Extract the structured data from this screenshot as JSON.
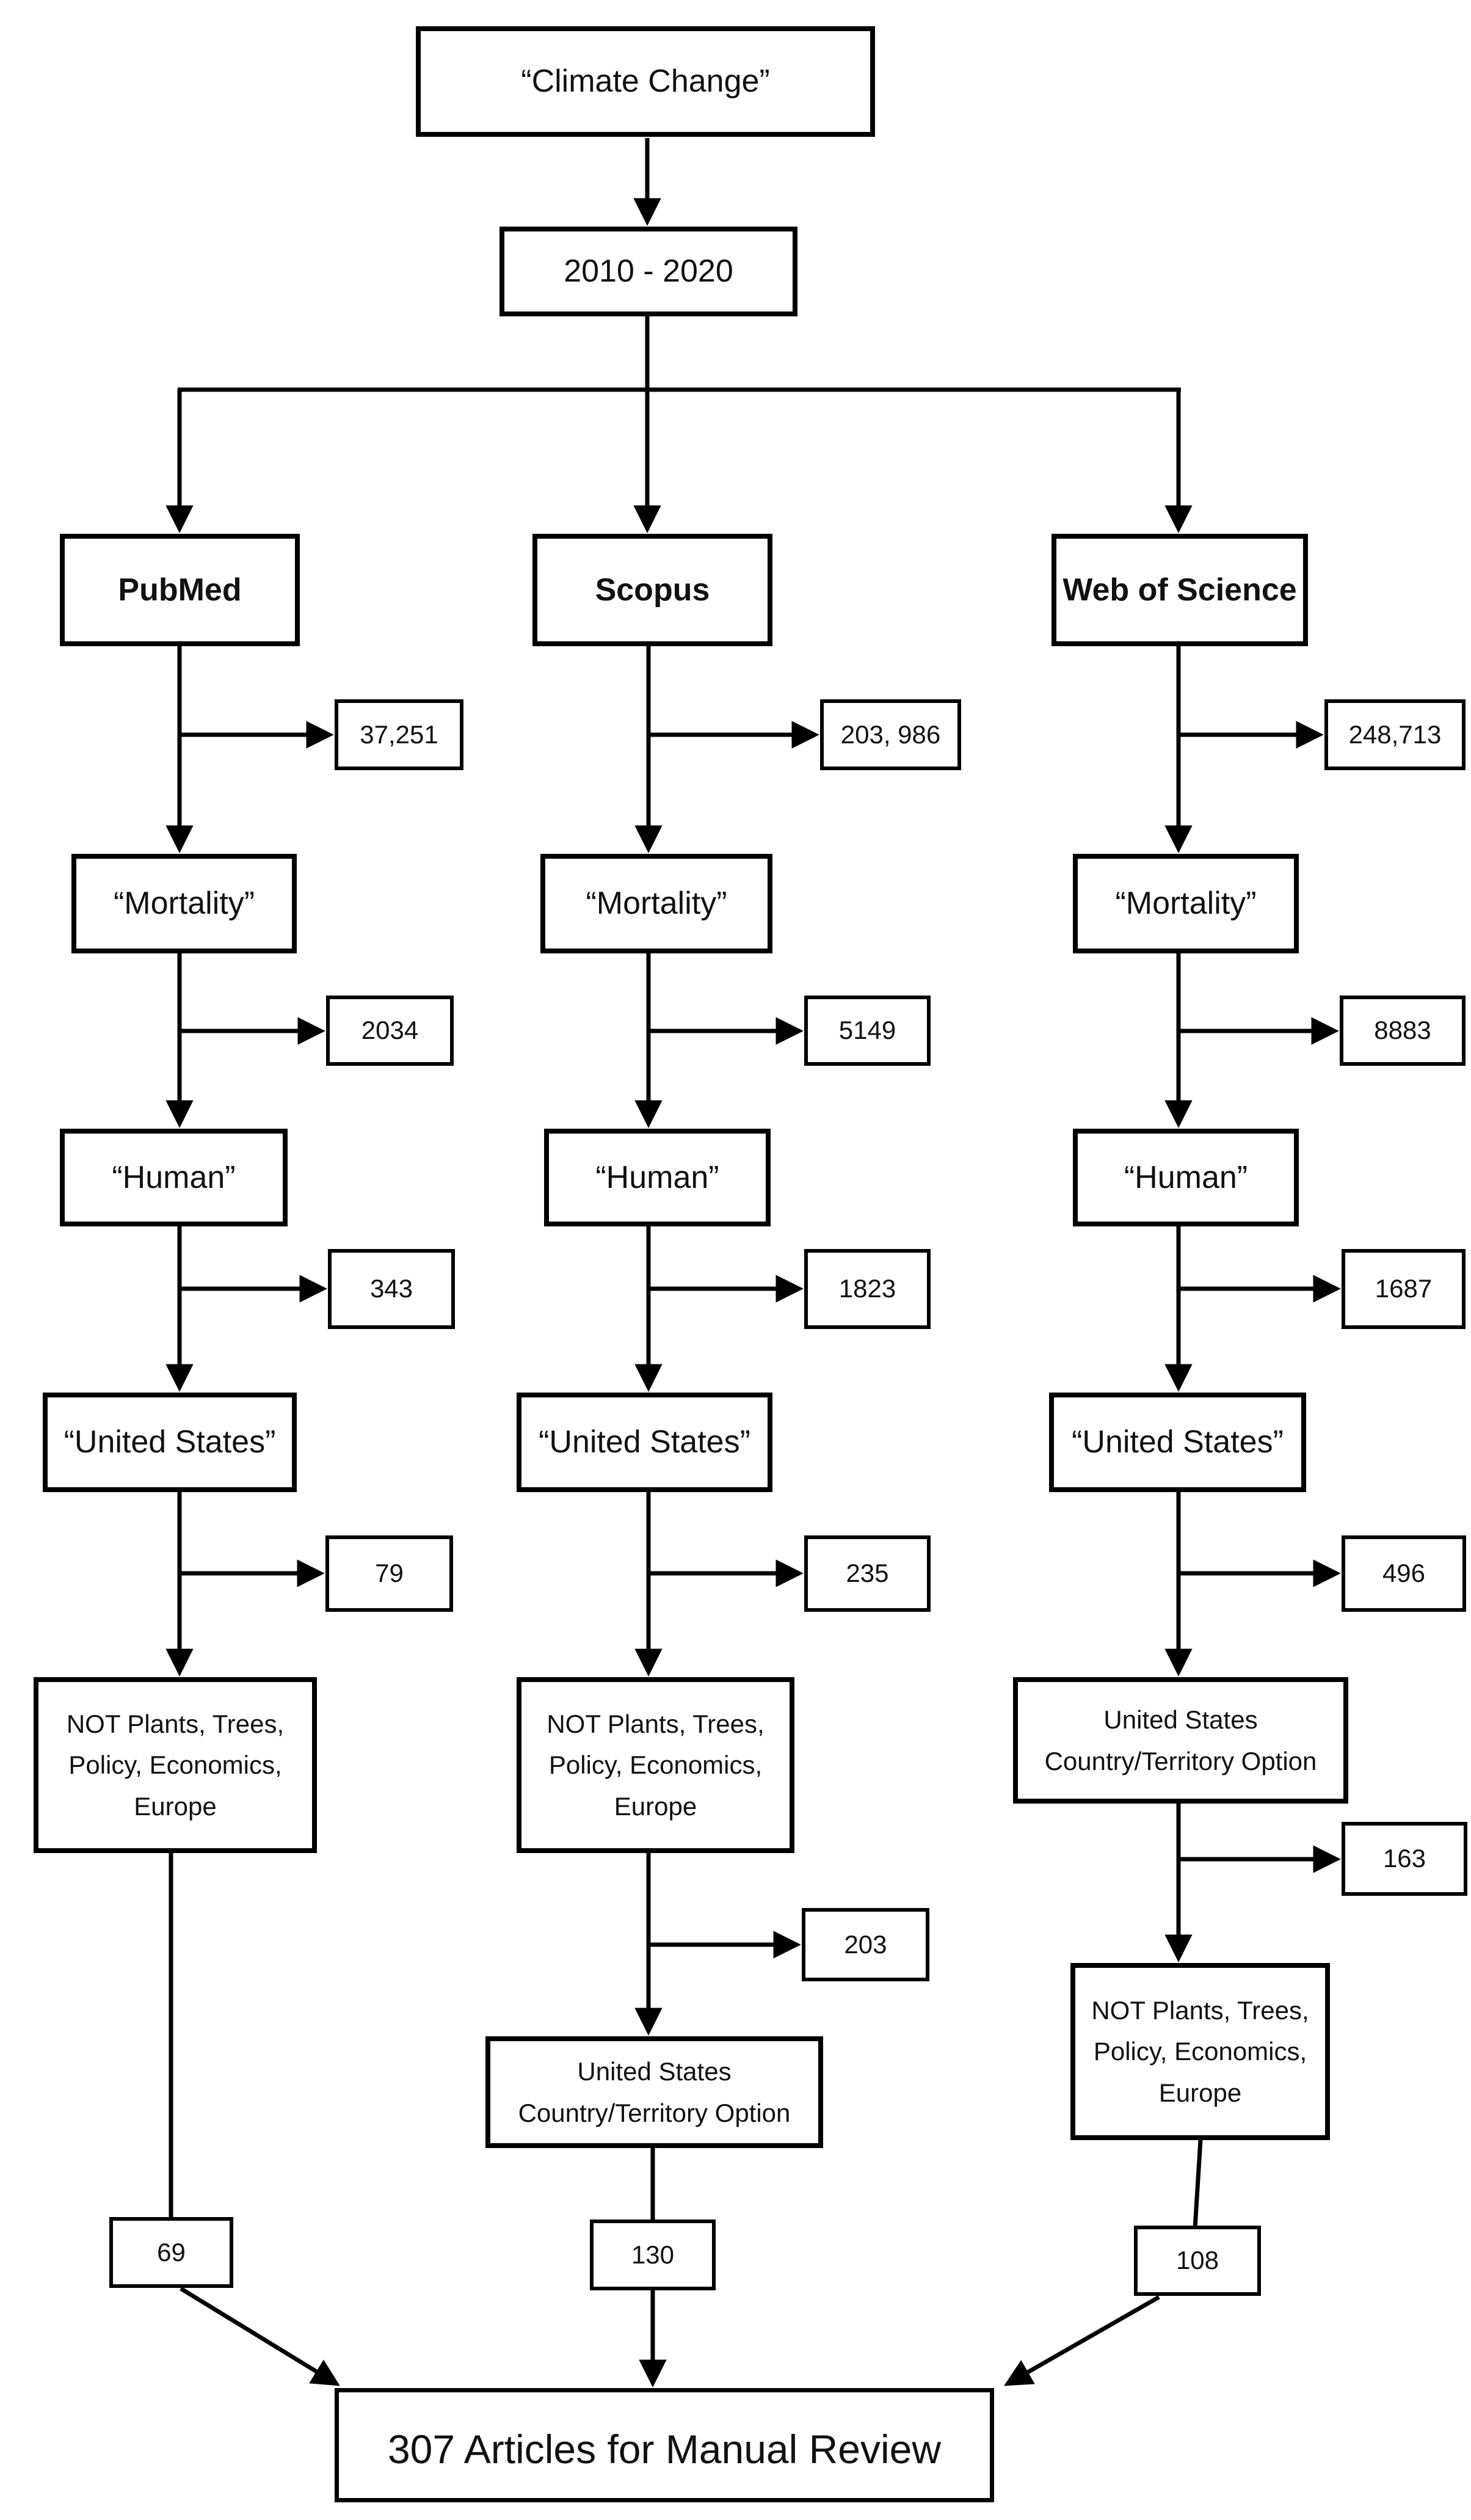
{
  "colors": {
    "ink": "#000000",
    "background": "#ffffff"
  },
  "flow": {
    "search_term": {
      "label": "“Climate Change”"
    },
    "date_range": {
      "label": "2010 - 2020"
    },
    "final": {
      "label": "307 Articles for Manual Review"
    }
  },
  "columns": {
    "pubmed": {
      "name": "PubMed",
      "initial_results": "37,251",
      "mortality": {
        "label": "“Mortality”",
        "count": "2034"
      },
      "human": {
        "label": "“Human”",
        "count": "343"
      },
      "united_states": {
        "label": "“United States”",
        "count": "79"
      },
      "not_filter": {
        "label": "NOT Plants, Trees, Policy, Economics, Europe"
      },
      "final_count": "69"
    },
    "scopus": {
      "name": "Scopus",
      "initial_results": "203, 986",
      "mortality": {
        "label": "“Mortality”",
        "count": "5149"
      },
      "human": {
        "label": "“Human”",
        "count": "1823"
      },
      "united_states": {
        "label": "“United States”",
        "count": "235"
      },
      "not_filter": {
        "label": "NOT Plants, Trees, Policy, Economics, Europe",
        "count": "203"
      },
      "country_option": {
        "label": "United States Country/Territory Option"
      },
      "final_count": "130"
    },
    "wos": {
      "name": "Web of Science",
      "initial_results": "248,713",
      "mortality": {
        "label": "“Mortality”",
        "count": "8883"
      },
      "human": {
        "label": "“Human”",
        "count": "1687"
      },
      "united_states": {
        "label": "“United States”",
        "count": "496"
      },
      "country_option": {
        "label": "United States Country/Territory Option",
        "count": "163"
      },
      "not_filter": {
        "label": "NOT Plants, Trees, Policy, Economics, Europe"
      },
      "final_count": "108"
    }
  }
}
